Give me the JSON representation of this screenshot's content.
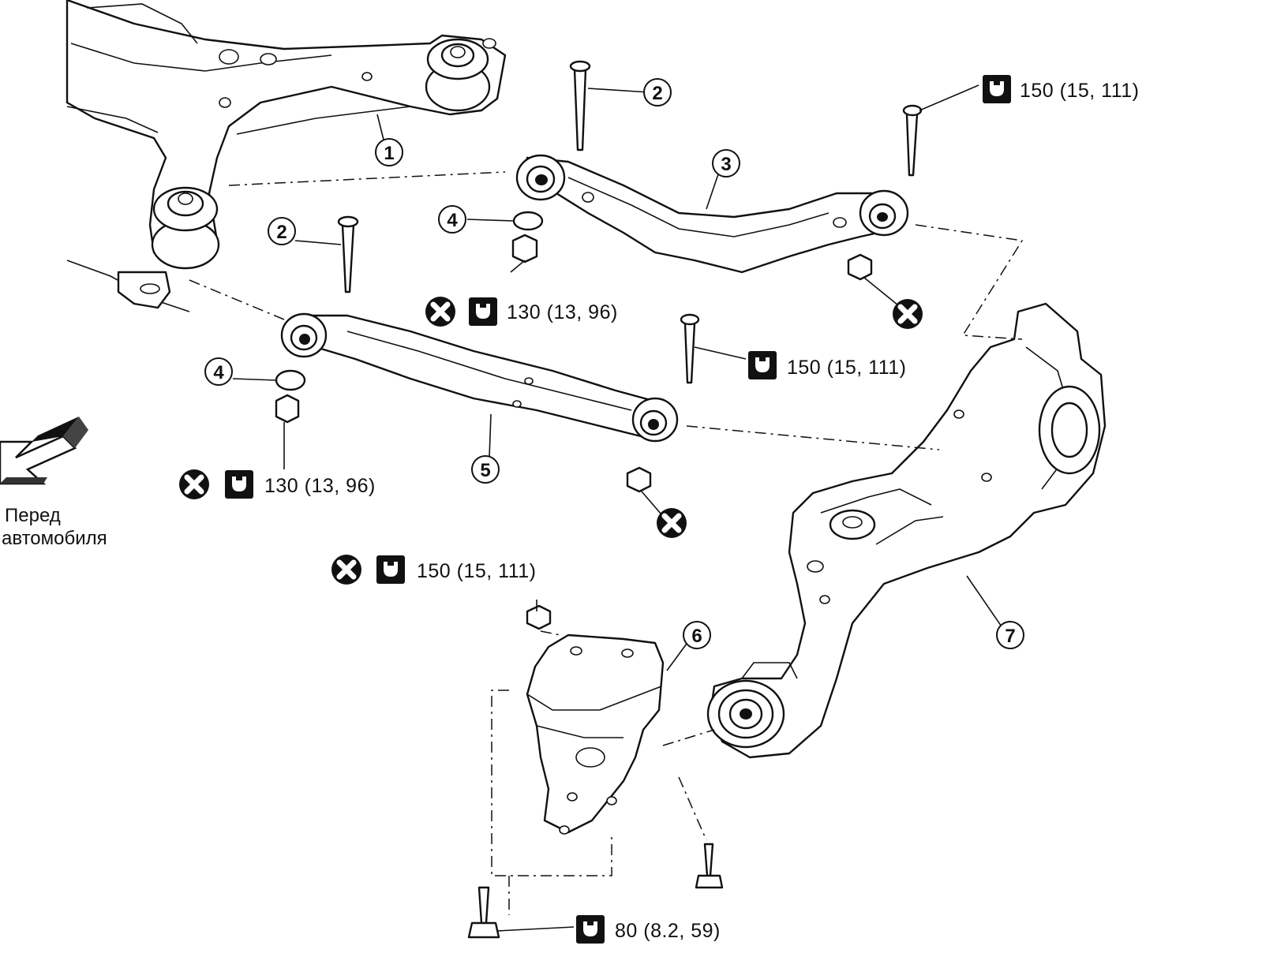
{
  "diagram": {
    "front_label_line1": "Перед",
    "front_label_line2": "автомобиля",
    "callouts": [
      "1",
      "2",
      "2",
      "3",
      "4",
      "4",
      "5",
      "6",
      "7"
    ],
    "torques": {
      "t_150_upper_right": "150 (15, 111)",
      "t_130_upper": "130 (13, 96)",
      "t_150_mid": "150 (15, 111)",
      "t_130_lower": "130 (13, 96)",
      "t_150_bracket": "150 (15, 111)",
      "t_80_bottom": "80 (8.2, 59)"
    },
    "icons": [
      "torque-wrench-icon",
      "replace-part-icon"
    ]
  }
}
